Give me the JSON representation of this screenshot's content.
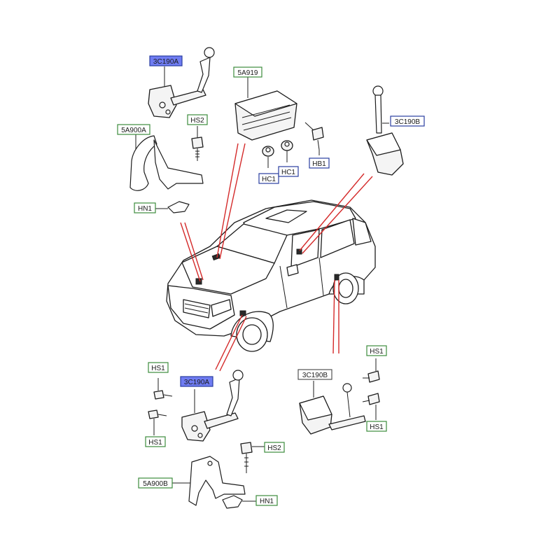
{
  "labels": {
    "l1": "3C190A",
    "l2": "5A919",
    "l3": "5A900A",
    "l4": "HS2",
    "l5": "3C190B",
    "l6": "HC1",
    "l7": "HC1",
    "l8": "HB1",
    "l9": "HN1",
    "l10": "HS1",
    "l11": "3C190A",
    "l12": "3C190B",
    "l13": "HS1",
    "l14": "HS1",
    "l15": "HS1",
    "l16": "HS2",
    "l17": "5A900B",
    "l18": "HN1"
  },
  "colors": {
    "label_border_green": "#3c8c3c",
    "label_border_blue": "#2a3ea0",
    "label_highlight": "#6f7cf2",
    "leader_red": "#d42a2a"
  }
}
